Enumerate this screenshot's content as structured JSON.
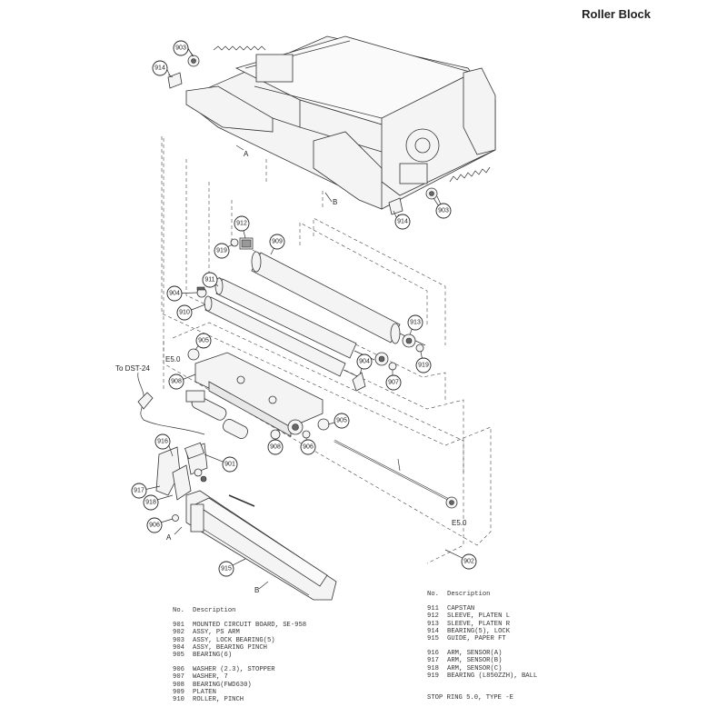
{
  "title": "Roller Block",
  "notes": {
    "to_dst": "To DST-24",
    "e50_left": "E5.0",
    "e50_right": "E5.0",
    "a_top": "A",
    "b_top": "B",
    "a_bottom": "A",
    "b_bottom": "B"
  },
  "callouts": {
    "c903a": "903",
    "c914a": "914",
    "c903b": "903",
    "c914b": "914",
    "c912": "912",
    "c919a": "919",
    "c909": "909",
    "c911": "911",
    "c904a": "904",
    "c910": "910",
    "c913": "913",
    "c919b": "919",
    "c905a": "905",
    "c904b": "904",
    "c907": "907",
    "c908a": "908",
    "c905b": "905",
    "c908b": "908",
    "c906a": "906",
    "c916": "916",
    "c901": "901",
    "c917": "917",
    "c918": "918",
    "c906b": "906",
    "c915": "915",
    "c902": "902"
  },
  "legend_left": {
    "header": {
      "no": "No.",
      "desc": "Description"
    },
    "rows": [
      {
        "no": "901",
        "desc": "MOUNTED CIRCUIT BOARD, SE-958"
      },
      {
        "no": "902",
        "desc": "ASSY, PS ARM"
      },
      {
        "no": "903",
        "desc": "ASSY, LOCK BEARING(5)"
      },
      {
        "no": "904",
        "desc": "ASSY, BEARING PINCH"
      },
      {
        "no": "905",
        "desc": "BEARING(6)"
      },
      {
        "no": "906",
        "desc": "WASHER (2.3), STOPPER"
      },
      {
        "no": "907",
        "desc": "WASHER, 7"
      },
      {
        "no": "908",
        "desc": "BEARING(FWD630)"
      },
      {
        "no": "909",
        "desc": "PLATEN"
      },
      {
        "no": "910",
        "desc": "ROLLER, PINCH"
      }
    ]
  },
  "legend_right": {
    "header": {
      "no": "No.",
      "desc": "Description"
    },
    "rows": [
      {
        "no": "911",
        "desc": "CAPSTAN"
      },
      {
        "no": "912",
        "desc": "SLEEVE, PLATEN L"
      },
      {
        "no": "913",
        "desc": "SLEEVE, PLATEN R"
      },
      {
        "no": "914",
        "desc": "BEARING(5), LOCK"
      },
      {
        "no": "915",
        "desc": "GUIDE, PAPER FT"
      },
      {
        "no": "916",
        "desc": "ARM, SENSOR(A)"
      },
      {
        "no": "917",
        "desc": "ARM, SENSOR(B)"
      },
      {
        "no": "918",
        "desc": "ARM, SENSOR(C)"
      },
      {
        "no": "919",
        "desc": "BEARING (L850ZZH), BALL"
      }
    ],
    "footer": "STOP RING 5.0, TYPE -E"
  }
}
